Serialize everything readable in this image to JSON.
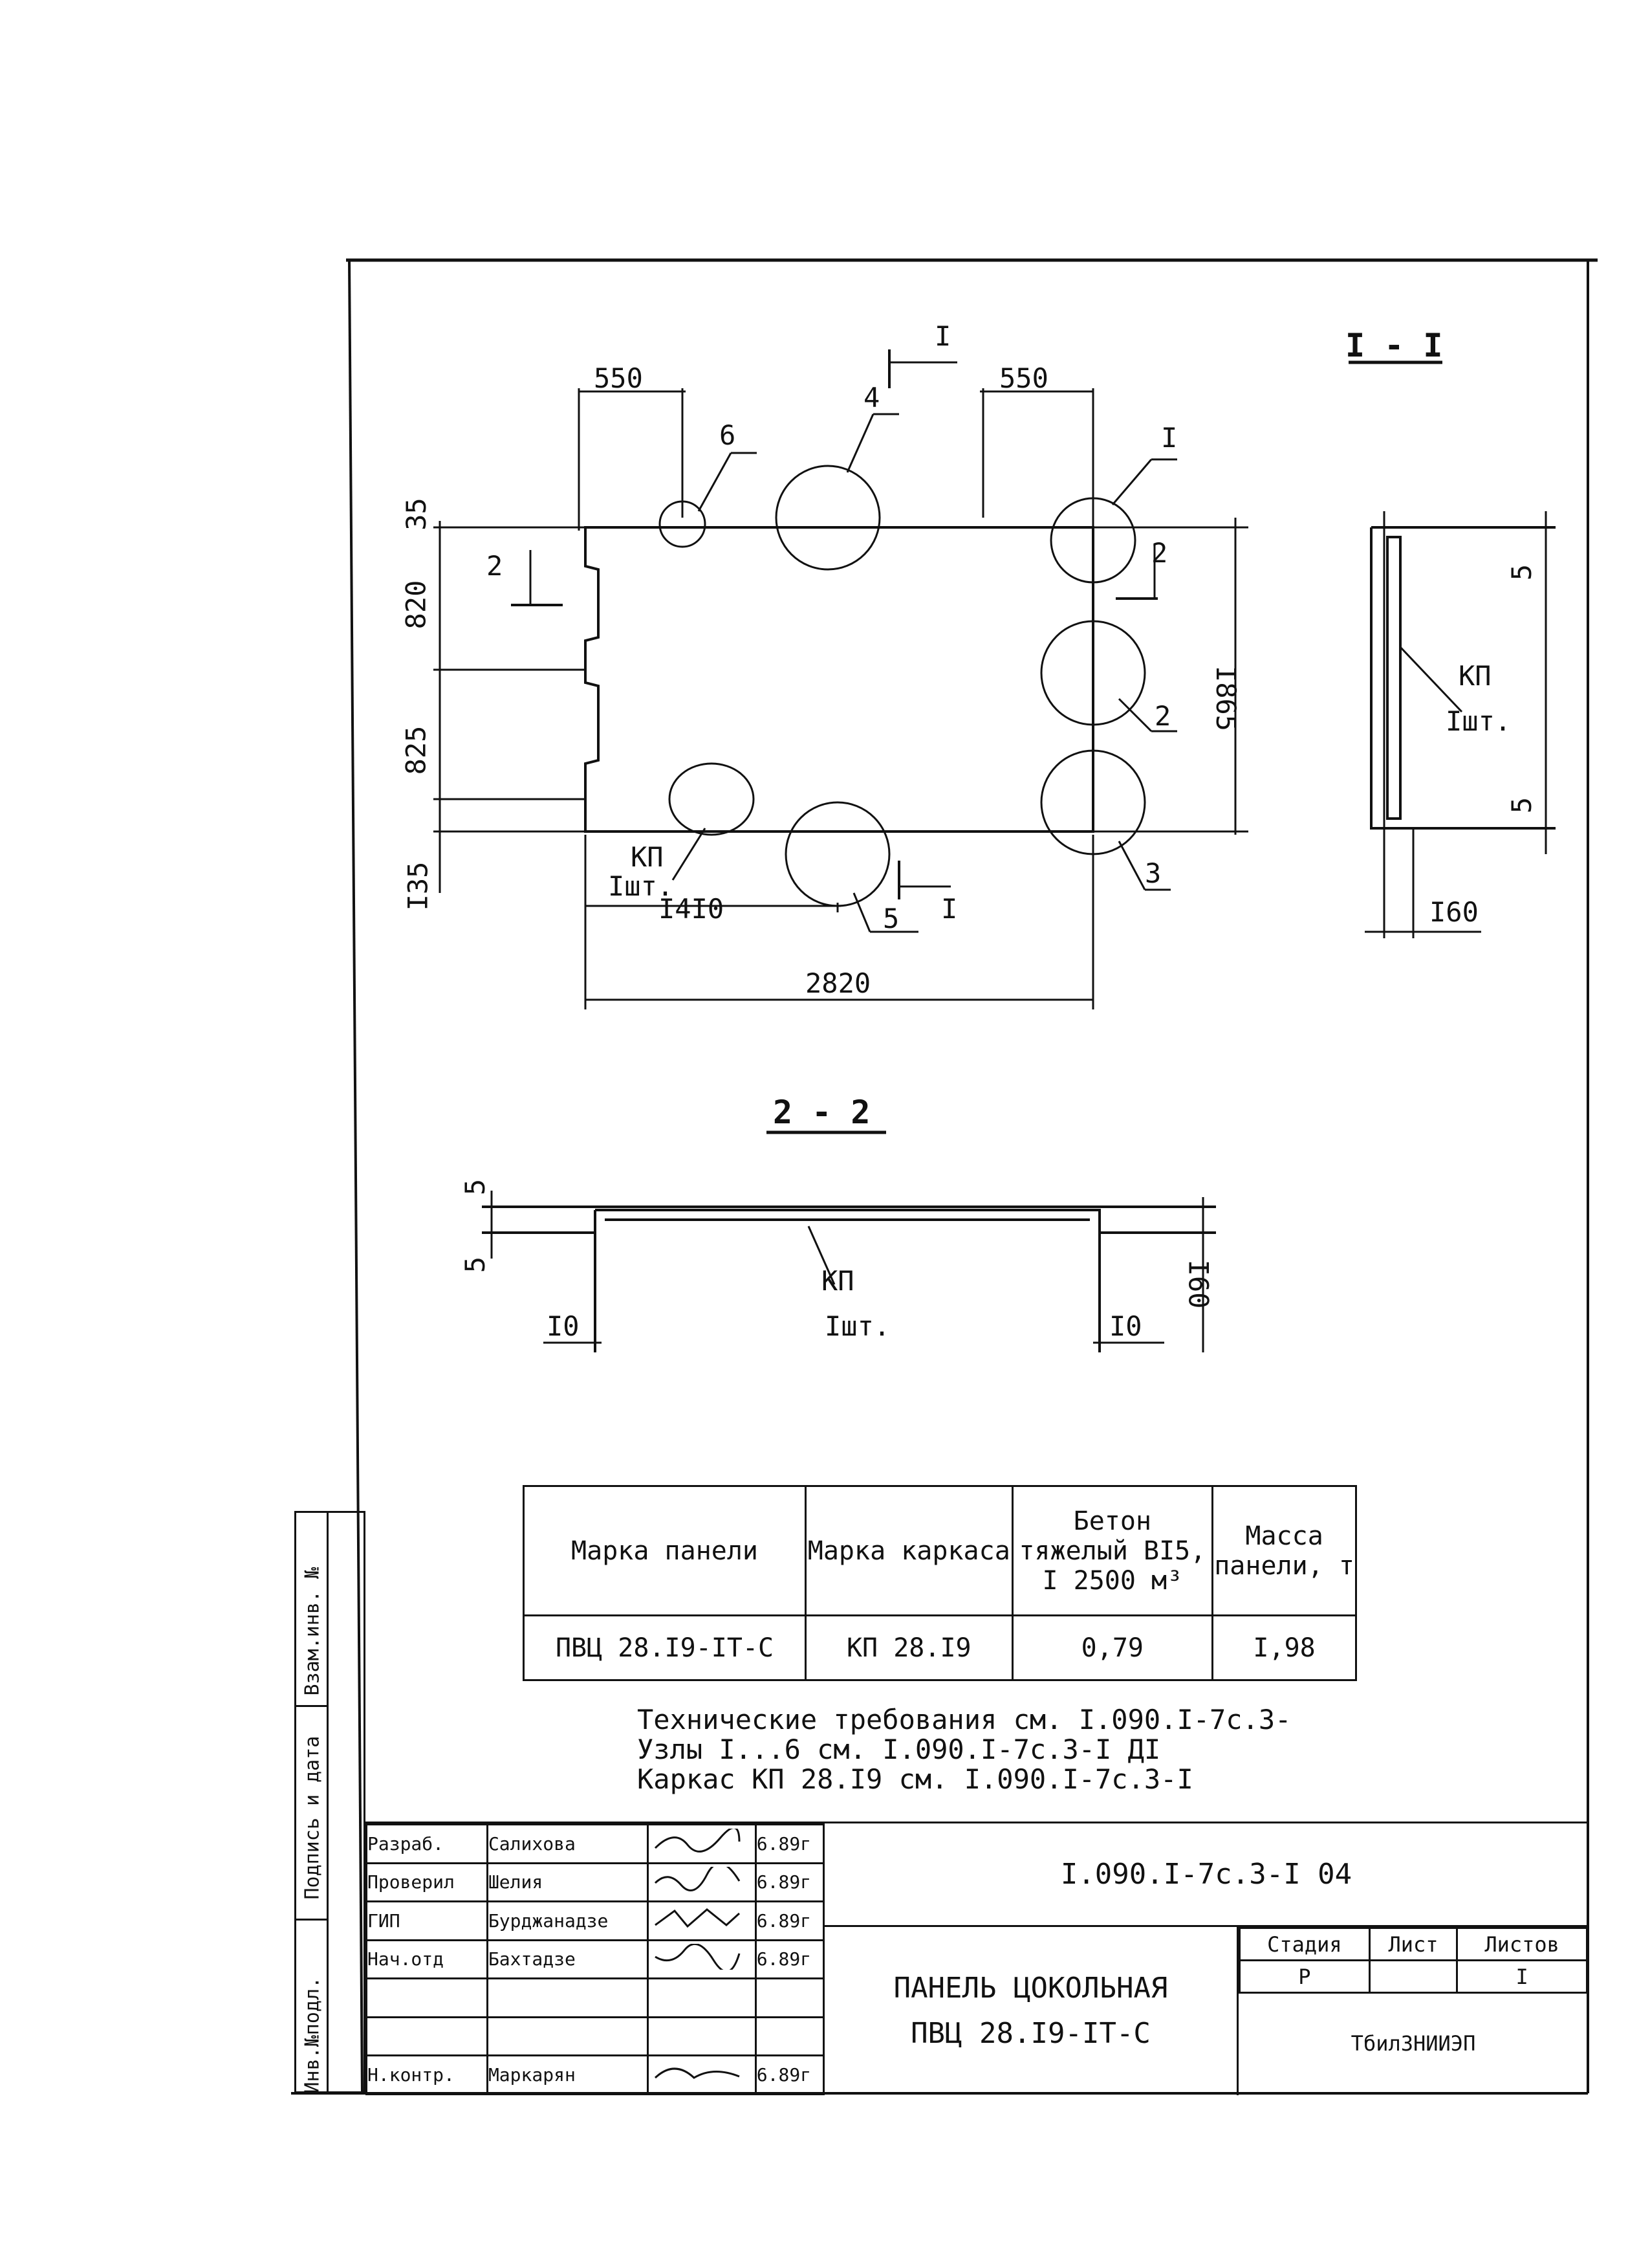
{
  "plan": {
    "dim_550_left": "550",
    "dim_550_right": "550",
    "dim_35": "35",
    "dim_820": "820",
    "dim_825": "825",
    "dim_135": "I35",
    "dim_1865": "I865",
    "dim_1410": "I4I0",
    "dim_2820": "2820",
    "section_mark": "I",
    "section_mark_2": "2",
    "kp_label": "КП",
    "kp_qty": "Iшт.",
    "callouts": [
      "I",
      "2",
      "3",
      "4",
      "5",
      "6"
    ]
  },
  "section_1_1": {
    "title": "I - I",
    "dim_5_top": "5",
    "dim_5_bottom": "5",
    "dim_160": "I60",
    "kp_label": "КП",
    "kp_qty": "Iшт."
  },
  "section_2_2": {
    "title": "2 - 2",
    "dim_5_top": "5",
    "dim_5_bottom": "5",
    "dim_10_left": "I0",
    "dim_10_right": "I0",
    "dim_160": "I60",
    "kp_label": "КП",
    "kp_qty": "Iшт."
  },
  "spec_table": {
    "headers": [
      "Марка панели",
      "Марка каркаса",
      "Бетон тяжелый BI5, I 2500 м³",
      "Масса панели, т"
    ],
    "row": [
      "ПВЦ 28.I9-IТ-С",
      "КП 28.I9",
      "0,79",
      "I,98"
    ]
  },
  "notes": [
    "Технические требования см. I.090.I-7с.3-",
    "Узлы I...6 см. I.090.I-7с.3-I ДI",
    "Каркас КП 28.I9 см. I.090.I-7с.3-I"
  ],
  "title_block": {
    "signatures": [
      {
        "role": "Разраб.",
        "name": "Салихова",
        "date": "6.89г"
      },
      {
        "role": "Проверил",
        "name": "Шелия",
        "date": "6.89г"
      },
      {
        "role": "ГИП",
        "name": "Бурджанадзе",
        "date": "6.89г"
      },
      {
        "role": "Нач.отд",
        "name": "Бахтадзе",
        "date": "6.89г"
      },
      {
        "role": "",
        "name": "",
        "date": ""
      },
      {
        "role": "",
        "name": "",
        "date": ""
      },
      {
        "role": "Н.контр.",
        "name": "Маркарян",
        "date": "6.89г"
      }
    ],
    "doc_code": "I.090.I-7с.3-I 04",
    "title_line1": "ПАНЕЛЬ ЦОКОЛЬНАЯ",
    "title_line2": "ПВЦ 28.I9-IТ-С",
    "stage_label": "Стадия",
    "sheet_label": "Лист",
    "sheets_label": "Листов",
    "stage_value": "Р",
    "sheet_value": "",
    "sheets_value": "I",
    "organization": "ТбилЗНИИЭП"
  },
  "side_stamp": {
    "cells": [
      "Взам.инв. №",
      "Подпись и дата",
      "Инв.№подл."
    ]
  }
}
